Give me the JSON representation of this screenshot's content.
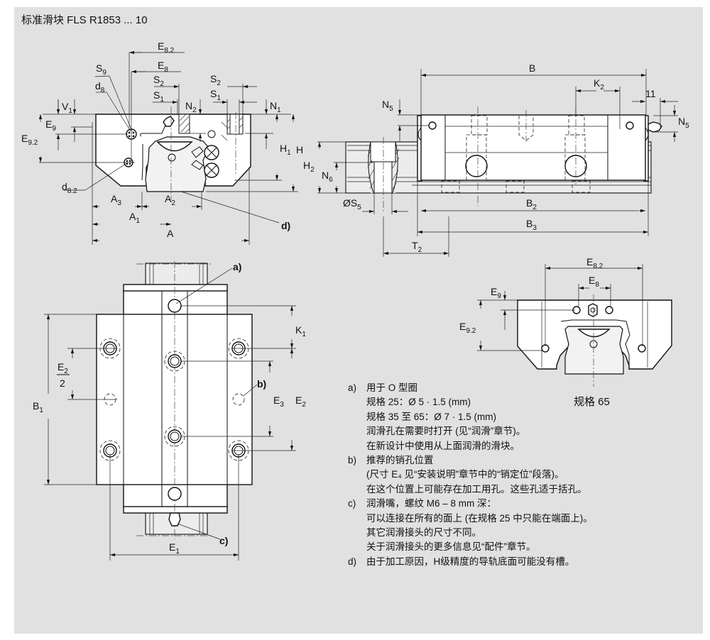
{
  "title": "标准滑块 FLS R1853 ... 10",
  "colors": {
    "background": "#e1e1e1",
    "line": "#111111",
    "part_fill": "#ffffff"
  },
  "front_view": {
    "labels": {
      "E82": "E",
      "E82_sub": "8.2",
      "E8": "E",
      "E8_sub": "8",
      "S9": "S",
      "S9_sub": "9",
      "d8": "d",
      "d8_sub": "8",
      "S2": "S",
      "S2_sub": "2",
      "S1": "S",
      "S1_sub": "1",
      "V1": "V",
      "V1_sub": "1",
      "E9": "E",
      "E9_sub": "9",
      "E92": "E",
      "E92_sub": "9.2",
      "N2": "N",
      "N2_sub": "2",
      "N1": "N",
      "N1_sub": "1",
      "H1": "H",
      "H1_sub": "1",
      "H": "H",
      "d82": "d",
      "d82_sub": "8.2",
      "A3": "A",
      "A3_sub": "3",
      "A2": "A",
      "A2_sub": "2",
      "A1": "A",
      "A1_sub": "1",
      "A": "A",
      "note_d": "d)"
    }
  },
  "side_view": {
    "labels": {
      "B": "B",
      "K2": "K",
      "K2_sub": "2",
      "dim_11": "11",
      "N5": "N",
      "N5_sub": "5",
      "H2": "H",
      "H2_sub": "2",
      "N6": "N",
      "N6_sub": "6",
      "S5": "ØS",
      "S5_sub": "5",
      "B2": "B",
      "B2_sub": "2",
      "B3": "B",
      "B3_sub": "3",
      "T2": "T",
      "T2_sub": "2"
    }
  },
  "top_view": {
    "labels": {
      "note_a": "a)",
      "note_b": "b)",
      "note_c": "c)",
      "K1": "K",
      "K1_sub": "1",
      "E2_frac_num": "E",
      "E2_frac_sub": "2",
      "E2_frac_den": "2",
      "B1": "B",
      "B1_sub": "1",
      "E3": "E",
      "E3_sub": "3",
      "E2": "E",
      "E2_sub": "2",
      "E1": "E",
      "E1_sub": "1"
    }
  },
  "size65_view": {
    "labels": {
      "E82": "E",
      "E82_sub": "8.2",
      "E8": "E",
      "E8_sub": "8",
      "E9": "E",
      "E9_sub": "9",
      "E92": "E",
      "E92_sub": "9.2"
    },
    "caption": "规格 65"
  },
  "notes": [
    {
      "key": "a)",
      "lines": [
        "用于 O 型圈",
        "规格 25：Ø 5 · 1.5 (mm)",
        "规格 35 至 65：Ø 7 · 1.5 (mm)",
        "润滑孔在需要时打开 (见“润滑”章节)。",
        "在新设计中使用从上面润滑的滑块。"
      ]
    },
    {
      "key": "b)",
      "lines": [
        "推荐的销孔位置",
        "(尺寸 E₄ 见“安装说明”章节中的“销定位”段落)。",
        "在这个位置上可能存在加工用孔。这些孔适于括孔。"
      ]
    },
    {
      "key": "c)",
      "lines": [
        "润滑嘴，螺纹 M6 – 8 mm 深：",
        "可以连接在所有的面上 (在规格 25 中只能在端面上)。",
        "其它润滑接头的尺寸不同。",
        "关于润滑接头的更多信息见“配件”章节。"
      ]
    },
    {
      "key": "d)",
      "lines": [
        "由于加工原因，H级精度的导轨底面可能没有槽。"
      ]
    }
  ]
}
